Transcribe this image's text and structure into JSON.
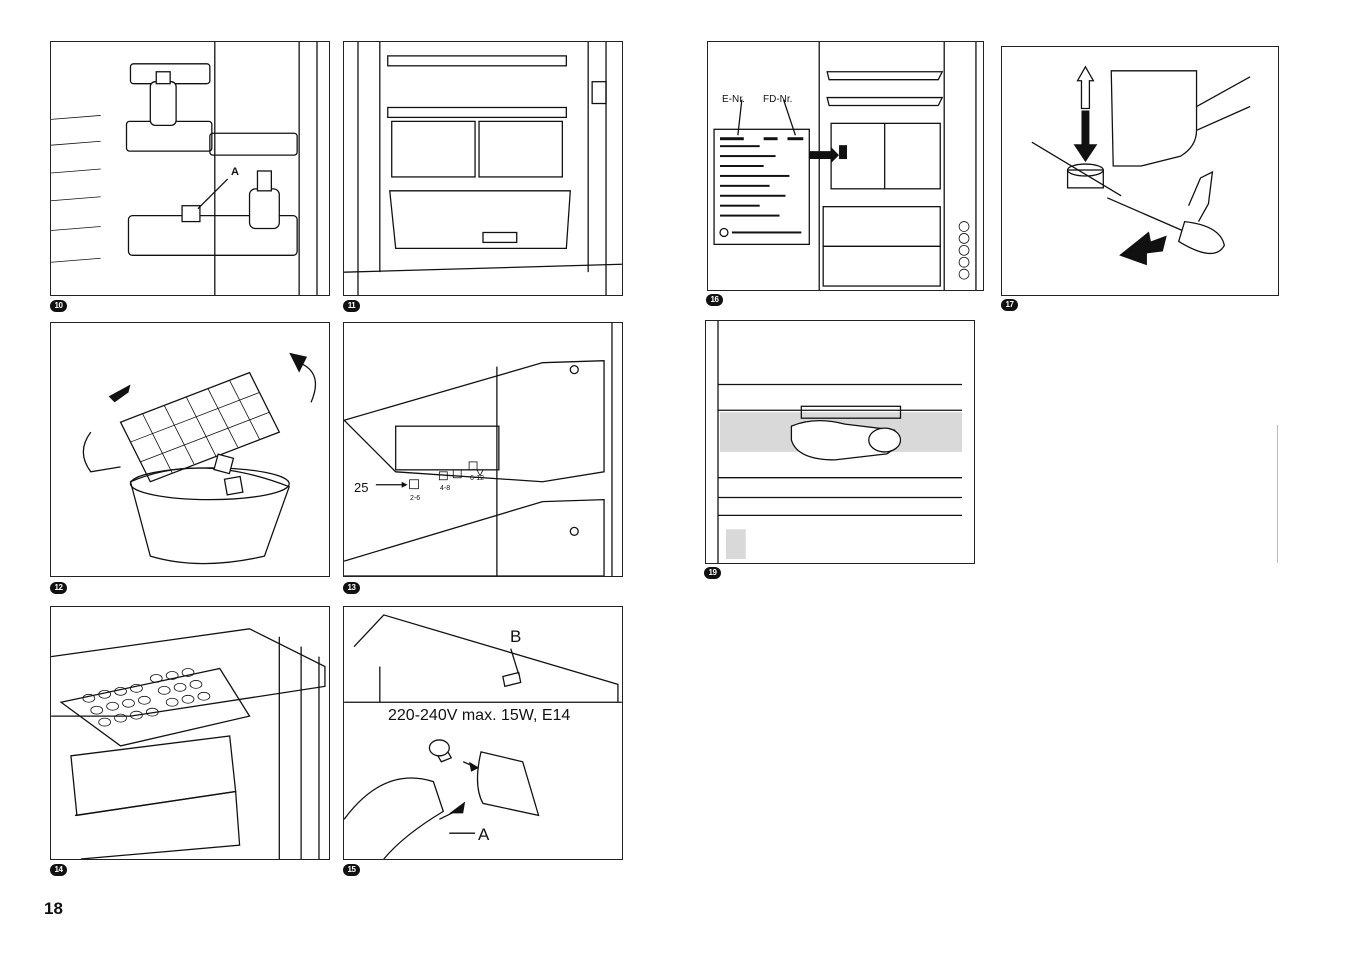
{
  "page": {
    "number": "18"
  },
  "figures": [
    {
      "id": "fig10",
      "number": "10",
      "labels": {
        "a": "A"
      }
    },
    {
      "id": "fig11",
      "number": "11"
    },
    {
      "id": "fig12",
      "number": "12"
    },
    {
      "id": "fig13",
      "number": "13",
      "labels": {
        "indicator": "25",
        "r1": "2-6",
        "r2": "4-8",
        "r3": "6-12"
      }
    },
    {
      "id": "fig14",
      "number": "14"
    },
    {
      "id": "fig15",
      "number": "15",
      "labels": {
        "b": "B",
        "a": "A",
        "bulb_spec": "220-240V max. 15W, E14"
      }
    },
    {
      "id": "fig16",
      "number": "16",
      "labels": {
        "enr": "E-Nr.",
        "fdnr": "FD-Nr."
      }
    },
    {
      "id": "fig17",
      "number": "17"
    },
    {
      "id": "fig19",
      "number": "19"
    }
  ]
}
